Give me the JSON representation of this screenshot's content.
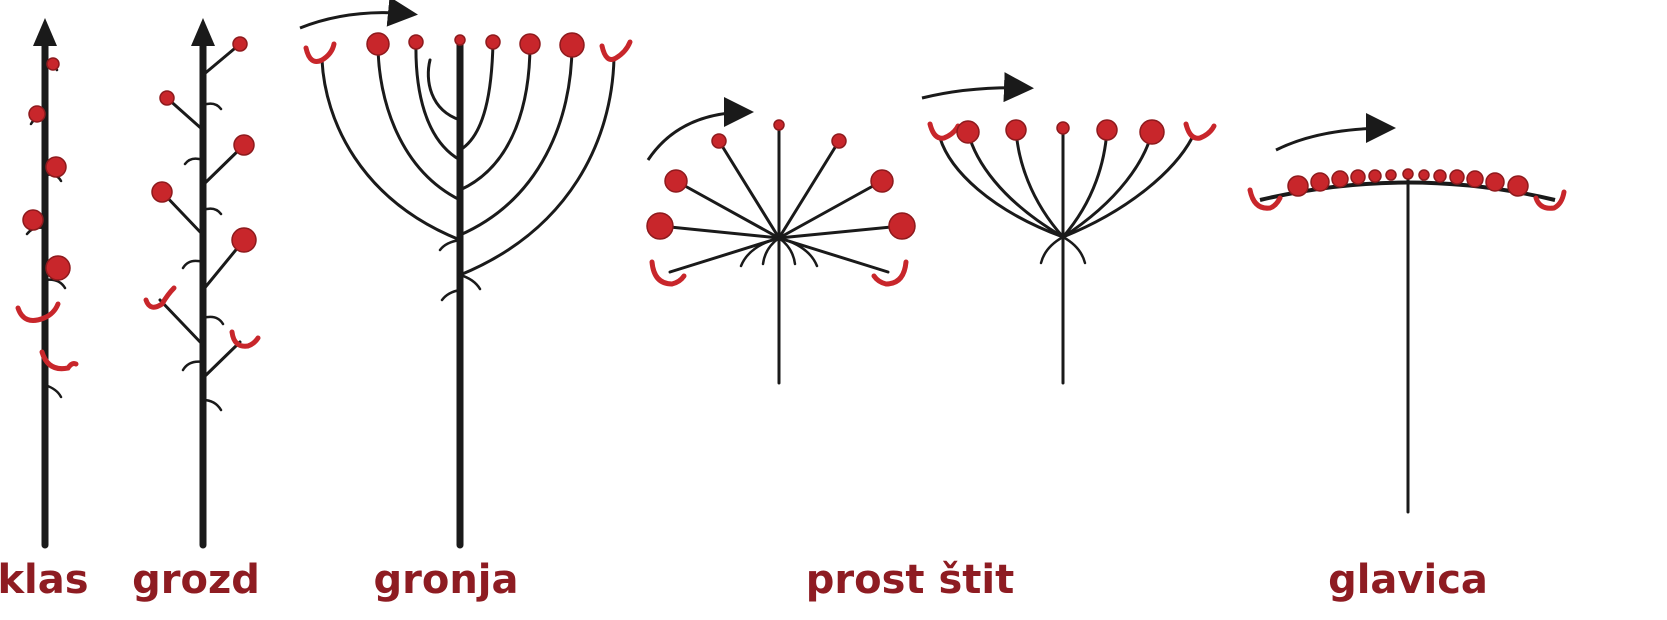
{
  "colors": {
    "flower": "#c8262b",
    "stem": "#1a1a1a",
    "label": "#8e1c22"
  },
  "inflorescences": [
    {
      "id": "klas",
      "label": "klas"
    },
    {
      "id": "grozd",
      "label": "grozd"
    },
    {
      "id": "gronja",
      "label": "gronja"
    },
    {
      "id": "prost-stit",
      "label": "prost štit"
    },
    {
      "id": "glavica",
      "label": "glavica"
    }
  ]
}
